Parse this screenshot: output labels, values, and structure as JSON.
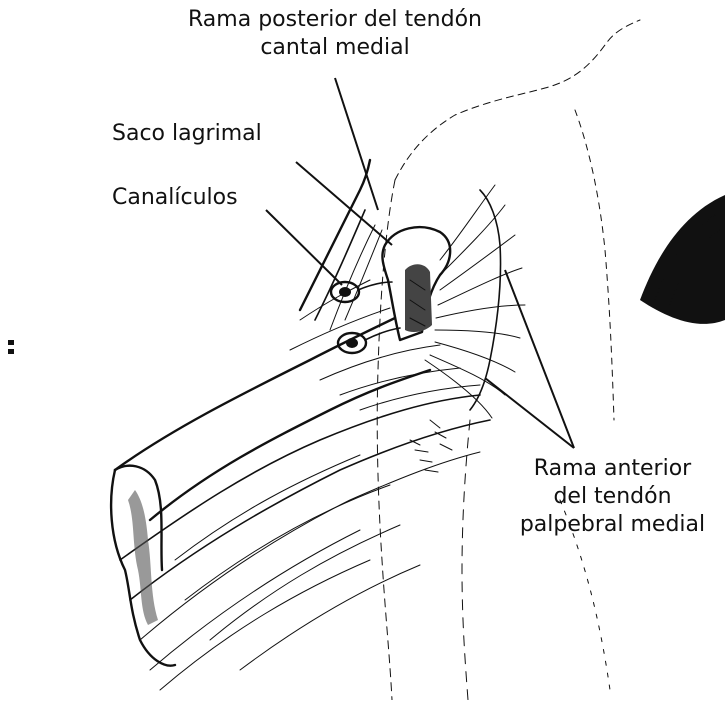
{
  "labels": {
    "rama_posterior": [
      "Rama posterior del tendón",
      "cantal medial"
    ],
    "saco_lagrimal": "Saco lagrimal",
    "canaliculos": "Canalículos",
    "rama_anterior": [
      "Rama anterior",
      "del tendón",
      "palpebral medial"
    ]
  },
  "colors": {
    "ink": "#111111",
    "background": "#ffffff"
  }
}
